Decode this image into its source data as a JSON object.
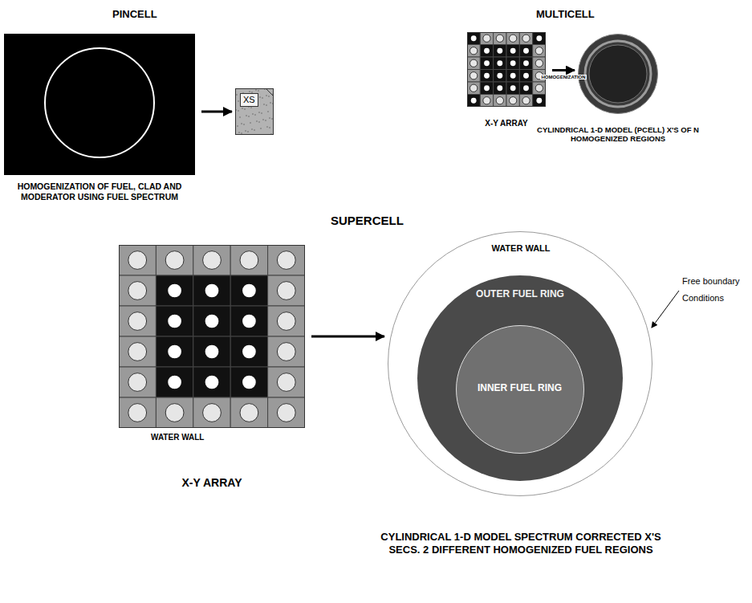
{
  "diagram": {
    "nodes": [
      {
        "text": [
          "HOMOGENIZATION OF FUEL, CLAD AND MODERATOR USING FUEL SPECTRUM"
        ]
      },
      {
        "text": [
          "XS"
        ]
      },
      {
        "text": [
          "X-Y ARRAY"
        ]
      },
      {
        "text": [
          "CYLINDRICAL 1-D MODEL (PCELL) X'S OF N HOMOGENIZED REGIONS"
        ]
      },
      {
        "text": [
          "WATER WALL",
          "X-Y ARRAY"
        ]
      },
      {
        "text": [
          "WATER WALL",
          "CYLINDRICAL 1-D MODEL SPECTRUM CORRECTED X'S SECS. 2 DIFFERENT HOMOGENIZED FUEL REGIONS"
        ]
      },
      {
        "text": [
          "OUTER FUEL RING"
        ],
        "in": 5
      },
      {
        "text": [
          "INNER FUEL RING"
        ],
        "in": 6
      }
    ],
    "edges": [
      {
        "from": 0,
        "to": 1,
        "arrow": "to"
      },
      {
        "from": 2,
        "to": 3,
        "arrow": "to",
        "label": "HOMOGENIZATION"
      },
      {
        "from": 4,
        "to": 5,
        "arrow": "to"
      }
    ],
    "labels": [
      "PINCELL",
      "MULTICELL",
      "SUPERCELL",
      "Free boundary Conditions"
    ]
  }
}
